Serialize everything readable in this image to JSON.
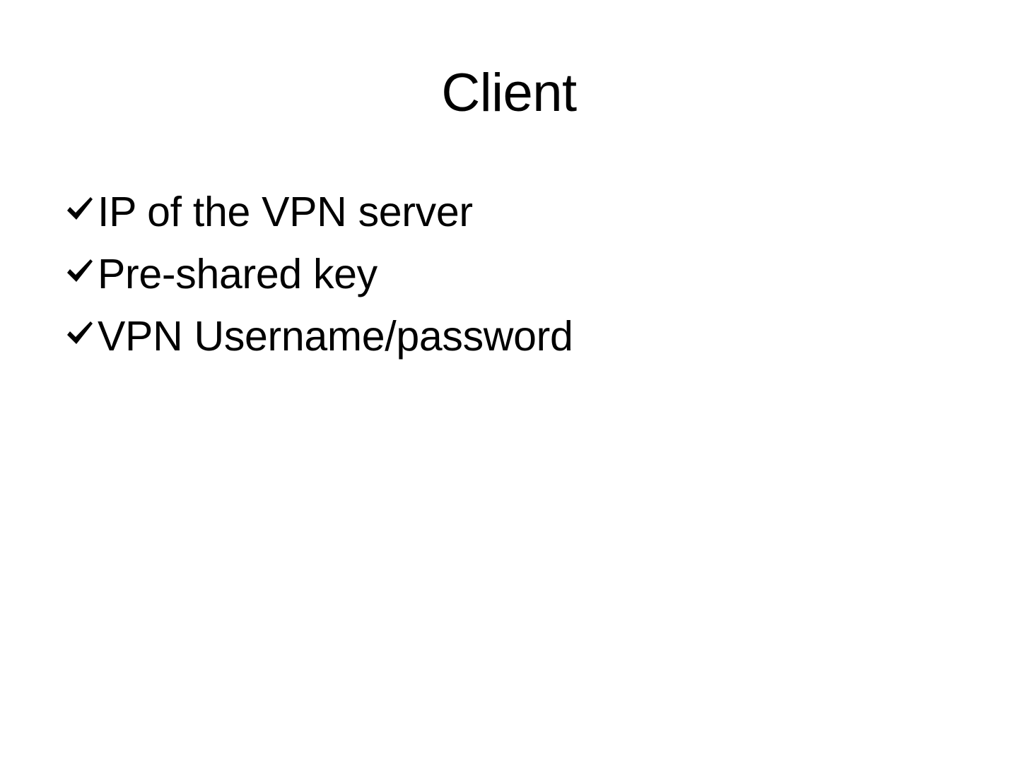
{
  "slide": {
    "background_color": "#ffffff",
    "text_color": "#000000",
    "title": "Client",
    "bullet_marker_icon": "checkmark-icon",
    "bullet_marker_glyph": "✓",
    "bullets": [
      {
        "text": "IP of the VPN server"
      },
      {
        "text": "Pre-shared key"
      },
      {
        "text": "VPN Username/password"
      }
    ]
  }
}
